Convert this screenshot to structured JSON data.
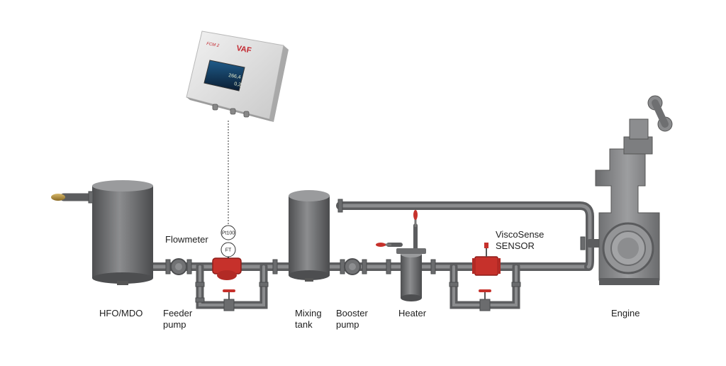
{
  "labels": {
    "flowmeter": "Flowmeter",
    "viscosense_line1": "ViscoSense",
    "viscosense_line2": "SENSOR",
    "hfo_mdo": "HFO/MDO",
    "feeder_line1": "Feeder",
    "feeder_line2": "pump",
    "mixing_line1": "Mixing",
    "mixing_line2": "tank",
    "booster_line1": "Booster",
    "booster_line2": "pump",
    "heater": "Heater",
    "engine": "Engine"
  },
  "instrument_tags": {
    "pt100": "Pt100",
    "ft": "FT"
  },
  "fcm_device": {
    "model": "FCM 2",
    "brand": "VAF",
    "screen_line1": "266,4",
    "screen_line2": "0,2"
  },
  "colors": {
    "pipe": "#7b7c7e",
    "valve_red": "#c6312b",
    "label": "#1e1e1e"
  }
}
